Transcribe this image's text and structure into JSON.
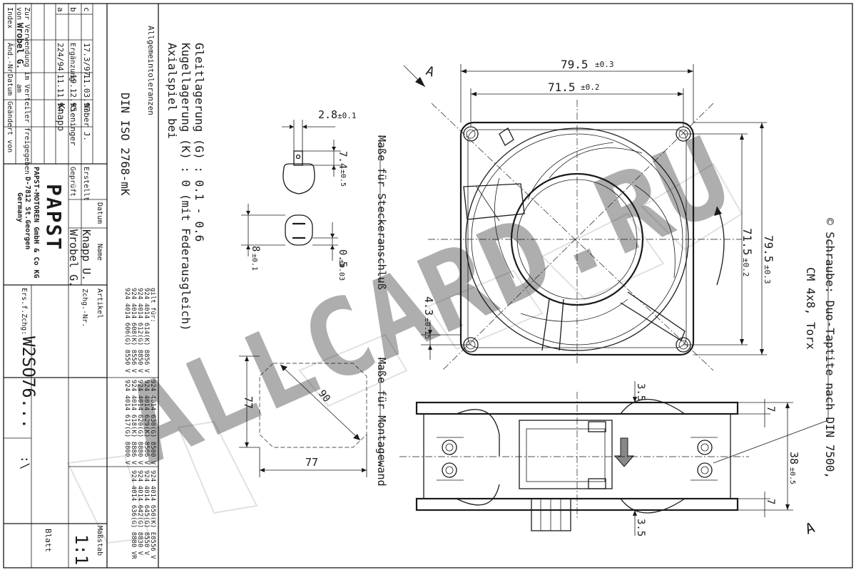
{
  "title_block": {
    "allgemeintoleranzen_label": "Allgemeintoleranzen",
    "tolerance_standard": "DIN ISO 2768-mK",
    "revisions": [
      {
        "index": "c",
        "change": "",
        "date": "17.3/97",
        "changed_by": "11.03.97",
        "name": "Nuber J."
      },
      {
        "index": "b",
        "change": "Ergänzung",
        "date": "19.12.95",
        "changed_by": "",
        "name": "Kieninger"
      },
      {
        "index": "a",
        "change": "224/94",
        "date": "11.11.94",
        "changed_by": "",
        "name": "Knapp"
      }
    ],
    "rev_header": {
      "index": "Index",
      "change": "Änd.-Nr.",
      "date": "Datum",
      "changed": "Geändert von"
    },
    "release_line1": "Zur Verwendung im Verteiler freigegeben",
    "release_line2_prefix": "von",
    "release_name": "Wrobel G.",
    "release_suffix": "am",
    "datum_label": "Datum",
    "name_label": "Name",
    "erstellt_label": "Erstellt",
    "geprueft_label": "Geprüft",
    "erstellt_name": "Knapp U.",
    "geprueft_name": "Wrobel G.",
    "logo": "PAPST",
    "company_line1": "PAPST-MOTOREN GmbH & Co KG",
    "company_line2": "D-7812 St.Georgen",
    "company_line3": "Germany",
    "artikel_label": "Artikel",
    "gilt_fuer": "gilt für:",
    "article_col1": [
      "924 4014 614(K) 8856 V",
      "924 4014 612(G) 8850 V",
      "924 4014 608(K) 8556 V",
      "924 4014 606(G) 8550 V"
    ],
    "article_col2": [
      "924 4014 630(G) 8500 V",
      "924 4014 629(K) 8506 V",
      "924 4014 620(G) 8880 V",
      "924 4014 618(K) 8886 V",
      "924 4014 617(G) 8800 V"
    ],
    "article_col3": [
      "924 4014 650(K) E8556 V",
      "924 4014 645(G) 8550 V",
      "924 4014 642(G) 8830 V",
      "924 4014 636(G) 8880 VR"
    ],
    "zchg_label": "Zchg.-Nr.",
    "ers_label": "Ers.f.Zchg:",
    "drawing_number": "W2SO76...",
    "sheet_mark": ":\\",
    "massstab_label": "Maßstab",
    "scale": "1:1",
    "blatt_label": "Blatt"
  },
  "notes": {
    "axialspiel_line1": "Axialspiel bei",
    "axialspiel_line2": "Kugellagerung (K) :  0 (mit Federausgleich)",
    "axialspiel_line3": "Gleitlagerung (G) :  0.1 - 0.6",
    "stecker_label": "Maße für Steckeranschluß",
    "montage_label": "Maße für Montagewand",
    "screw_line1": "© Schraube: Duo-Taptite nach DIN 7500,",
    "screw_line2": "CM 4x8, Torx"
  },
  "dimensions": {
    "outer_width": "79.5",
    "outer_tol": "±0.3",
    "hole_pitch": "71.5",
    "hole_tol": "±0.2",
    "plug_width": "2.8",
    "plug_width_tol": "±0.1",
    "plug_len": "7.4",
    "plug_len_tol": "±0.5",
    "plug_head": "8",
    "plug_head_tol": "±0.1",
    "plug_thk": "0.5",
    "plug_thk_tol": "±0.03",
    "flange": "4.3",
    "flange_tol": "±0.15",
    "cutout_diag": "90",
    "cutout_side_v": "77",
    "cutout_side_h": "77",
    "depth": "38",
    "depth_tol": "±0.5",
    "rib_top": "3.5",
    "rib_bottom": "3.5",
    "flange_top": "7",
    "flange_bottom": "7"
  },
  "section_mark": "A",
  "watermark": "ALLCARD.RU"
}
